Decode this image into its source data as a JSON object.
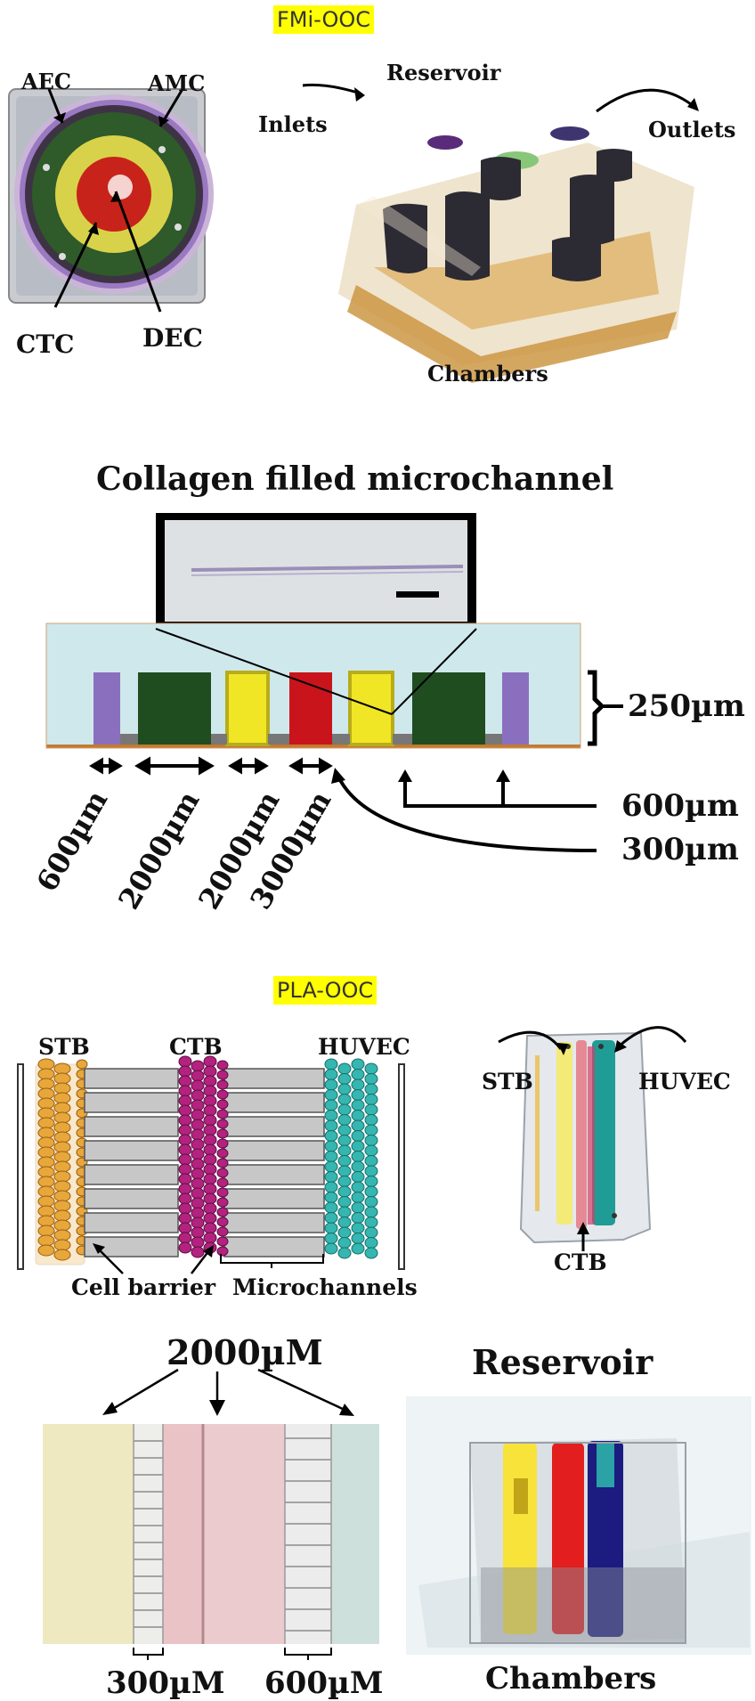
{
  "sections": {
    "top_tag": "FMi-OOC",
    "bottom_tag": "PLA-OOC"
  },
  "fmi_chip": {
    "labels": {
      "aec": "AEC",
      "amc": "AMC",
      "ctc": "CTC",
      "dec": "DEC"
    },
    "rings": {
      "outer_purple": "#9a78c2",
      "green": "#2f5a2a",
      "yellow": "#d8d24a",
      "red": "#c8231a"
    }
  },
  "fmi_device": {
    "labels": {
      "reservoir": "Reservoir",
      "inlets": "Inlets",
      "outlets": "Outlets",
      "chambers": "Chambers"
    }
  },
  "cross_section": {
    "title": "Collagen filled microchannel",
    "height_label": "250µm",
    "right_labels": [
      "600µm",
      "300µm"
    ],
    "bottom_labels": [
      "600µm",
      "2000µm",
      "2000µm",
      "3000µm"
    ],
    "colors": {
      "purple": "#8b6fbf",
      "green": "#1f4d20",
      "yellow": "#f1e625",
      "red": "#c9141b",
      "bg": "#cfe8ec"
    }
  },
  "pla_schematic": {
    "labels": {
      "stb": "STB",
      "ctb": "CTB",
      "huvec": "HUVEC",
      "cell_barrier": "Cell barrier",
      "microchannels": "Microchannels"
    },
    "colors": {
      "stb": "#e8a73a",
      "ctb": "#b3227e",
      "huvec": "#35b6b0"
    }
  },
  "pla_device": {
    "labels": {
      "stb": "STB",
      "huvec": "HUVEC",
      "ctb": "CTB"
    }
  },
  "micrograph": {
    "top_label": "2000µM",
    "bottom_labels": [
      "300µM",
      "600µM"
    ]
  },
  "pla_photo": {
    "labels": {
      "reservoir": "Reservoir",
      "chambers": "Chambers"
    }
  }
}
